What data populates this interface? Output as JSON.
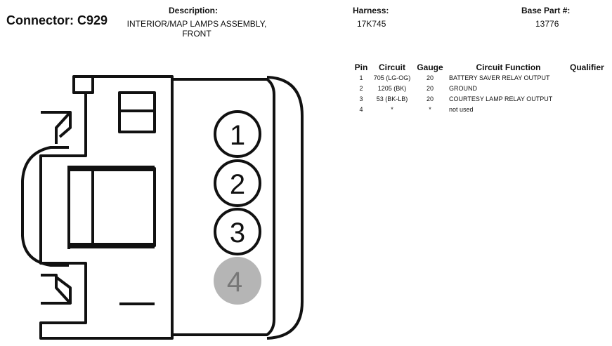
{
  "connector": {
    "title": "Connector: C929"
  },
  "header": {
    "description_label": "Description:",
    "description_value": "INTERIOR/MAP LAMPS ASSEMBLY, FRONT",
    "harness_label": "Harness:",
    "harness_value": "17K745",
    "base_part_label": "Base Part #:",
    "base_part_value": "13776"
  },
  "pin_table": {
    "columns": [
      "Pin",
      "Circuit",
      "Gauge",
      "Circuit Function",
      "Qualifier"
    ],
    "rows": [
      {
        "pin": "1",
        "circuit": "705 (LG-OG)",
        "gauge": "20",
        "function": "BATTERY SAVER RELAY OUTPUT",
        "qualifier": ""
      },
      {
        "pin": "2",
        "circuit": "1205 (BK)",
        "gauge": "20",
        "function": "GROUND",
        "qualifier": ""
      },
      {
        "pin": "3",
        "circuit": "53 (BK-LB)",
        "gauge": "20",
        "function": "COURTESY LAMP RELAY OUTPUT",
        "qualifier": ""
      },
      {
        "pin": "4",
        "circuit": "*",
        "gauge": "*",
        "function": "not used",
        "qualifier": ""
      }
    ]
  },
  "diagram": {
    "pins": [
      {
        "label": "1",
        "used": true
      },
      {
        "label": "2",
        "used": true
      },
      {
        "label": "3",
        "used": true
      },
      {
        "label": "4",
        "used": false
      }
    ],
    "colors": {
      "line": "#111111",
      "unused_pin_fill": "#b5b5b5",
      "unused_pin_text": "#777777"
    }
  }
}
